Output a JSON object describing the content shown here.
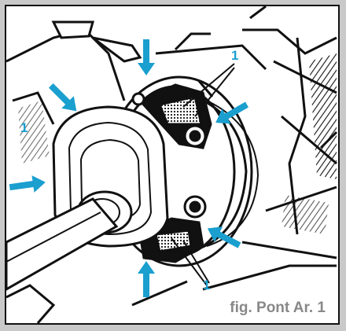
{
  "figure": {
    "caption": "fig. Pont Ar. 1",
    "callouts": [
      "1",
      "1",
      "1"
    ],
    "colors": {
      "arrow": "#1a9fcf",
      "callout": "#1a9fcf",
      "ink": "#111111",
      "caption": "#888888",
      "border": "#c9c9c9"
    }
  }
}
